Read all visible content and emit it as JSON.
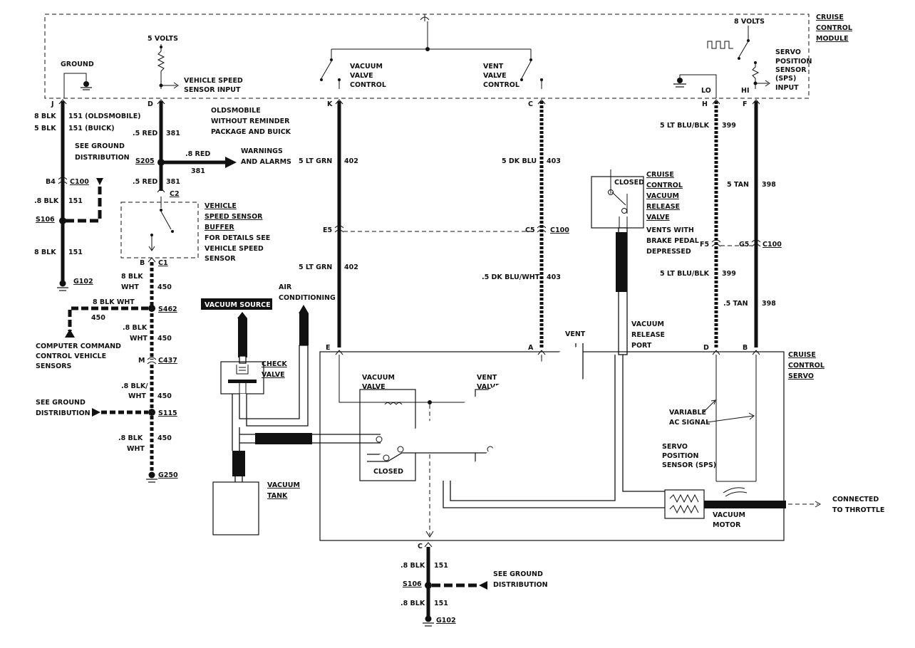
{
  "module": {
    "title_l1": "CRUISE",
    "title_l2": "CONTROL",
    "title_l3": "MODULE"
  },
  "servo_box": {
    "title_l1": "CRUISE",
    "title_l2": "CONTROL",
    "title_l3": "SERVO"
  },
  "labels": {
    "ground": "GROUND",
    "five_volts": "5 VOLTS",
    "eight_volts": "8 VOLTS",
    "vss_input_l1": "VEHICLE SPEED",
    "vss_input_l2": "SENSOR INPUT",
    "vac_valve_ctrl_l1": "VACUUM",
    "vac_valve_ctrl_l2": "VALVE",
    "vac_valve_ctrl_l3": "CONTROL",
    "vent_valve_ctrl_l1": "VENT",
    "vent_valve_ctrl_l2": "VALVE",
    "vent_valve_ctrl_l3": "CONTROL",
    "sps_input_l1": "SERVO",
    "sps_input_l2": "POSITION",
    "sps_input_l3": "SENSOR",
    "sps_input_l4": "(SPS)",
    "sps_input_l5": "INPUT",
    "lo": "LO",
    "hi": "HI",
    "olds_note_l1": "OLDSMOBILE",
    "olds_note_l2": "WITHOUT REMINDER",
    "olds_note_l3": "PACKAGE AND BUICK",
    "warnings_l1": "WARNINGS",
    "warnings_l2": "AND ALARMS",
    "see_ground_l1": "SEE GROUND",
    "see_ground_l2": "DISTRIBUTION",
    "vss_buffer_l1": "VEHICLE",
    "vss_buffer_l2": "SPEED SENSOR",
    "vss_buffer_l3": "BUFFER",
    "vss_buffer_l4": "FOR DETAILS SEE",
    "vss_buffer_l5": "VEHICLE SPEED",
    "vss_buffer_l6": "SENSOR",
    "ccc_l1": "COMPUTER COMMAND",
    "ccc_l2": "CONTROL VEHICLE",
    "ccc_l3": "SENSORS",
    "vacuum_source": "VACUUM SOURCE",
    "air_cond_l1": "AIR",
    "air_cond_l2": "CONDITIONING",
    "check_valve_l1": "CHECK",
    "check_valve_l2": "VALVE",
    "vacuum_tank_l1": "VACUUM",
    "vacuum_tank_l2": "TANK",
    "release_valve_l1": "CRUISE",
    "release_valve_l2": "CONTROL",
    "release_valve_l3": "VACUUM",
    "release_valve_l4": "RELEASE",
    "release_valve_l5": "VALVE",
    "vents_l1": "VENTS WITH",
    "vents_l2": "BRAKE PEDAL",
    "vents_l3": "DEPRESSED",
    "closed": "CLOSED",
    "vent": "VENT",
    "vac_release_port_l1": "VACUUM",
    "vac_release_port_l2": "RELEASE",
    "vac_release_port_l3": "PORT",
    "vacuum_valve_l1": "VACUUM",
    "vacuum_valve_l2": "VALVE",
    "vent_valve_l1": "VENT",
    "vent_valve_l2": "VALVE",
    "variable_ac_l1": "VARIABLE",
    "variable_ac_l2": "AC SIGNAL",
    "sps_l1": "SERVO",
    "sps_l2": "POSITION",
    "sps_l3": "SENSOR (SPS)",
    "vacuum_motor_l1": "VACUUM",
    "vacuum_motor_l2": "MOTOR",
    "throttle_l1": "CONNECTED",
    "throttle_l2": "TO THROTTLE"
  },
  "pins": {
    "J": "J",
    "D": "D",
    "K": "K",
    "C": "C",
    "H": "H",
    "F": "F",
    "E": "E",
    "A": "A",
    "B": "B",
    "M": "M"
  },
  "connectors": {
    "c100": "C100",
    "c2": "C2",
    "c1": "C1",
    "c437": "C437",
    "b4": "B4",
    "e5": "E5",
    "c5": "C5",
    "f5": "F5",
    "g5": "G5"
  },
  "splices": {
    "s106": "S106",
    "s205": "S205",
    "s462": "S462",
    "s115": "S115"
  },
  "grounds": {
    "g102": "G102",
    "g250": "G250"
  },
  "wires": {
    "blk8": "8 BLK",
    "blk5": "5 BLK",
    "c151": "151",
    "c151_olds": "151 (OLDSMOBILE)",
    "c151_buick": "151 (BUICK)",
    "blk08": ".8 BLK",
    "red5": ".5 RED",
    "red8": ".8 RED",
    "c381": "381",
    "blk8wht_a": "8 BLK",
    "wht": "WHT",
    "c450": "450",
    "blk8wht_b": "8 BLK WHT",
    "blk08_a": ".8 BLK",
    "blk08_slash": ".8 BLK/",
    "ltgrn5": "5 LT GRN",
    "c402": "402",
    "dkblu5": "5 DK BLU",
    "c403": "403",
    "dkbluwht": ".5 DK BLU/WHT",
    "ltblublk": "5 LT BLU/BLK",
    "c399": "399",
    "tan5": "5 TAN",
    "tan05": ".5 TAN",
    "c398": "398"
  },
  "colors": {
    "ink": "#111111",
    "paper": "#ffffff"
  }
}
